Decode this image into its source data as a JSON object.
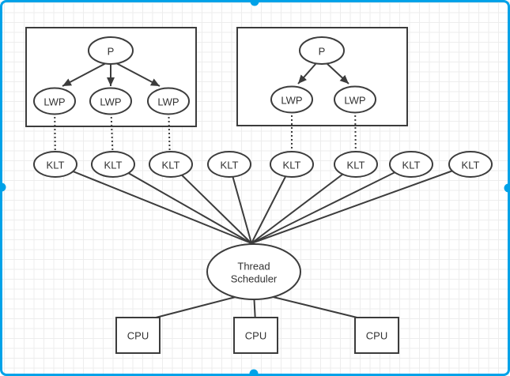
{
  "canvas": {
    "background": "#ffffff",
    "grid_color": "#ededed",
    "shape_stroke_color": "#3c3c3c",
    "text_color": "#333333",
    "selection_border_color": "#00a2e8"
  },
  "diagram": {
    "left_process_box": {
      "process": "P",
      "lwps": [
        "LWP",
        "LWP",
        "LWP"
      ]
    },
    "right_process_box": {
      "process": "P",
      "lwps": [
        "LWP",
        "LWP"
      ]
    },
    "klts": [
      "KLT",
      "KLT",
      "KLT",
      "KLT",
      "KLT",
      "KLT",
      "KLT",
      "KLT"
    ],
    "scheduler": {
      "line1": "Thread",
      "line2": "Scheduler"
    },
    "cpus": [
      "CPU",
      "CPU",
      "CPU"
    ]
  }
}
